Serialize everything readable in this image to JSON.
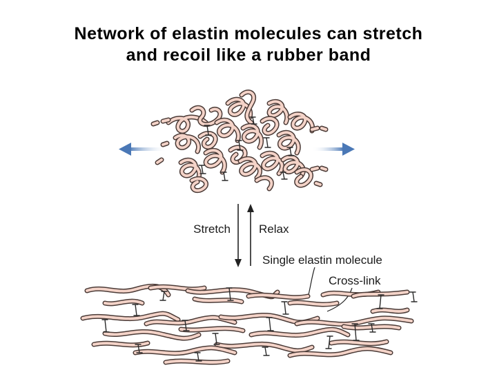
{
  "title": {
    "line1": "Network of elastin molecules can stretch",
    "line2": "and recoil like a rubber band"
  },
  "diagram": {
    "stretch_label": "Stretch",
    "relax_label": "Relax",
    "molecule_label": "Single elastin molecule",
    "crosslink_label": "Cross-link"
  },
  "colors": {
    "strand_outline": "#4a3a36",
    "strand_fill": "#f4d3c8",
    "arrow_blue": "#4a78b6",
    "crosslink": "#2a2a2a"
  }
}
